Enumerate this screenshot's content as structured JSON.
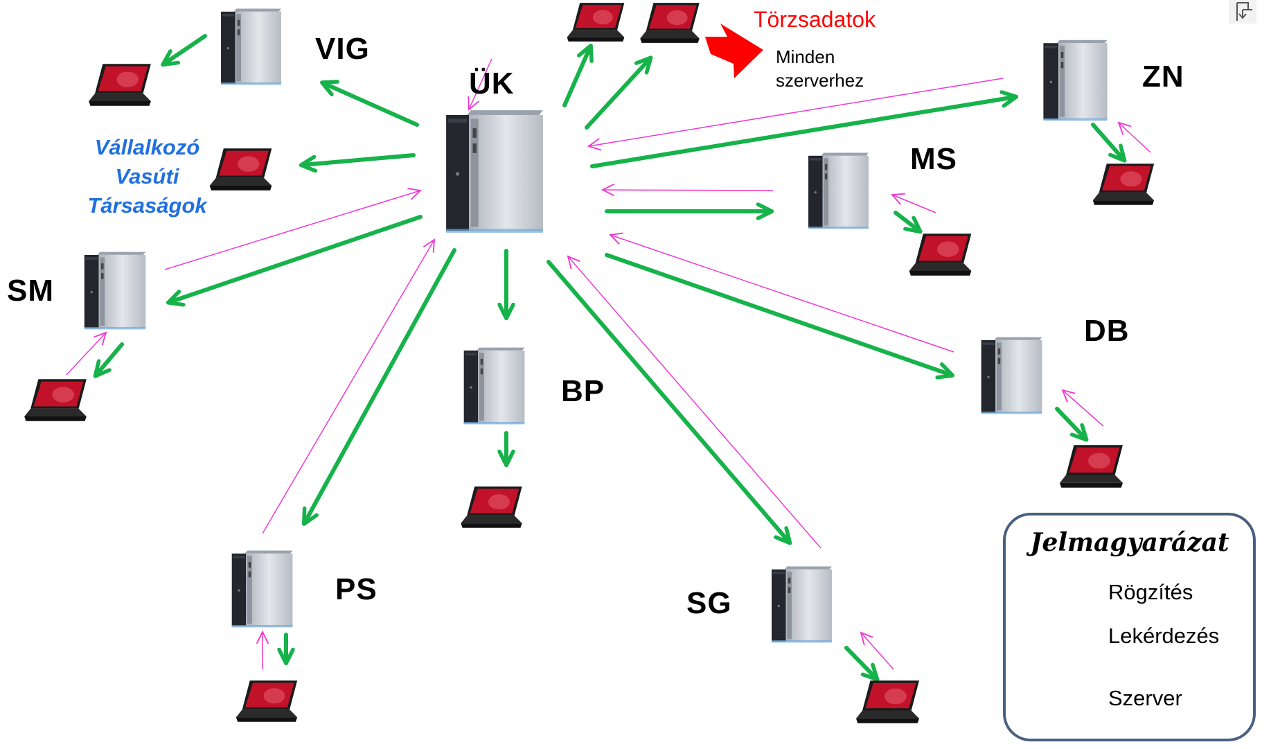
{
  "nodes": {
    "vig": "VIG",
    "uk": "ÜK",
    "zn": "ZN",
    "ms": "MS",
    "sm": "SM",
    "bp": "BP",
    "db": "DB",
    "ps": "PS",
    "sg": "SG"
  },
  "partners": [
    "Vállalkozó",
    "Vasúti",
    "Társaságok"
  ],
  "master_data": {
    "title": "Törzsadatok",
    "note_line1": "Minden",
    "note_line2": "szerverhez"
  },
  "legend": {
    "title": "Jelmagyarázat",
    "items": [
      {
        "label": "Rögzítés",
        "symbol": "thin-magenta-arrow"
      },
      {
        "label": "Lekérdezés",
        "symbol": "thick-green-arrow"
      },
      {
        "label": "Szerver",
        "symbol": "server-icon"
      }
    ]
  },
  "colors": {
    "query_arrow": "#16b24a",
    "record_arrow": "#ee38d3",
    "master_arrow": "#ff0000",
    "partner_text": "#1f6fe0",
    "legend_border": "#4a5f80"
  }
}
